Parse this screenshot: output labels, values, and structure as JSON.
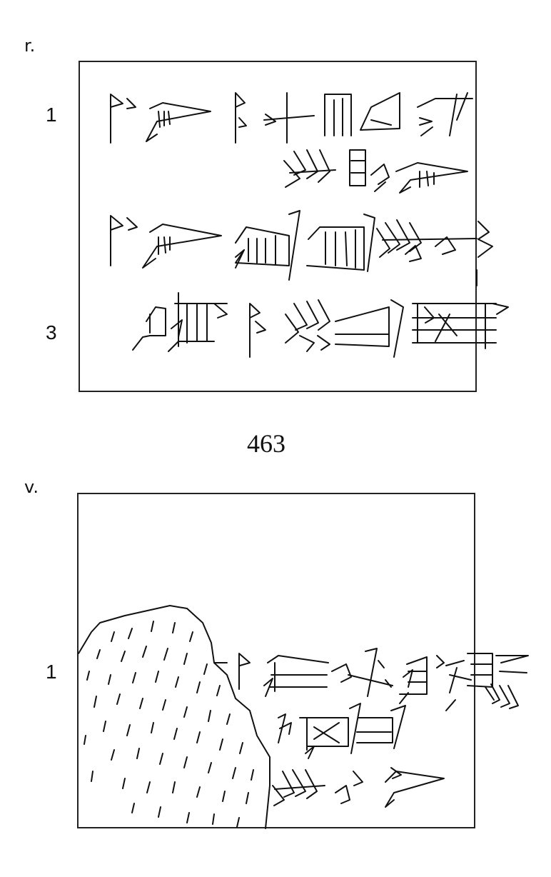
{
  "obverse": {
    "side_label": "r.",
    "line_numbers": [
      "1",
      "3"
    ]
  },
  "plate": {
    "number": "463"
  },
  "reverse": {
    "side_label": "v.",
    "line_numbers": [
      "1"
    ]
  }
}
